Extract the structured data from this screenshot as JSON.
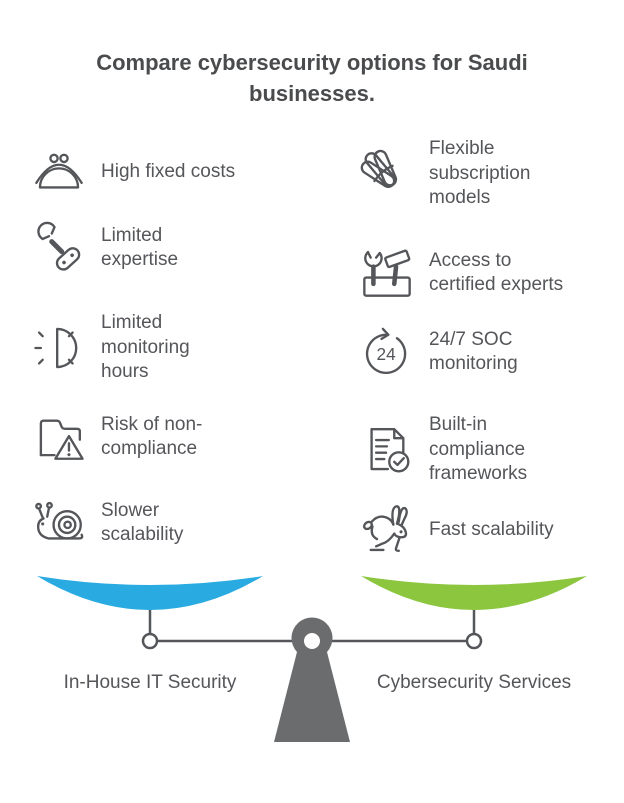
{
  "title": "Compare cybersecurity options for Saudi\nbusinesses.",
  "left_column": {
    "pan_label": "In-House IT Security",
    "pan_color": "#29ABE2",
    "items": [
      {
        "icon": "coin-purse-icon",
        "label": "High fixed costs"
      },
      {
        "icon": "repair-tools-icon",
        "label": "Limited\nexpertise"
      },
      {
        "icon": "limited-hours-clock-icon",
        "label": "Limited\nmonitoring\nhours"
      },
      {
        "icon": "folder-warning-icon",
        "label": "Risk of non-\ncompliance"
      },
      {
        "icon": "snail-icon",
        "label": "Slower\nscalability"
      }
    ]
  },
  "right_column": {
    "pan_label": "Cybersecurity Services",
    "pan_color": "#8CC63F",
    "items": [
      {
        "icon": "flexible-bands-icon",
        "label": "Flexible\nsubscription\nmodels"
      },
      {
        "icon": "toolbox-icon",
        "label": "Access to\ncertified experts"
      },
      {
        "icon": "soc-24-icon",
        "icon_text": "24",
        "label": "24/7 SOC\nmonitoring"
      },
      {
        "icon": "document-check-icon",
        "label": "Built-in\ncompliance\nframeworks"
      },
      {
        "icon": "rabbit-icon",
        "label": "Fast scalability"
      }
    ]
  },
  "scale": {
    "fulcrum_color": "#6B6C6E",
    "line_color": "#54565A"
  }
}
